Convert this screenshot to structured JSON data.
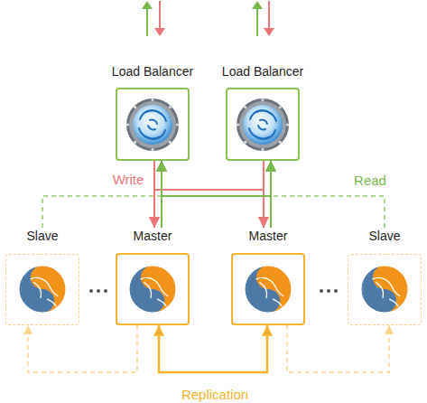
{
  "diagram": {
    "nodes": [
      {
        "text": [
          "Load Balancer"
        ]
      },
      {
        "text": [
          "Load Balancer"
        ]
      },
      {
        "text": [
          "Slave"
        ]
      },
      {
        "text": [
          "Master"
        ]
      },
      {
        "text": [
          "Master"
        ]
      },
      {
        "text": [
          "Slave"
        ]
      }
    ],
    "edges": [
      {
        "from": 0,
        "to": 3,
        "arrow": "to",
        "label": "Write"
      },
      {
        "from": 0,
        "to": 4,
        "arrow": "to"
      },
      {
        "from": 1,
        "to": 4,
        "arrow": "to"
      },
      {
        "from": 1,
        "to": 3,
        "arrow": "to"
      },
      {
        "from": 3,
        "to": 0,
        "arrow": "to"
      },
      {
        "from": 3,
        "to": 1,
        "arrow": "to"
      },
      {
        "from": 4,
        "to": 1,
        "arrow": "to"
      },
      {
        "from": 4,
        "to": 0,
        "arrow": "to"
      },
      {
        "from": 2,
        "to": 0,
        "arrow": "to"
      },
      {
        "from": 2,
        "to": 1,
        "arrow": "to"
      },
      {
        "from": 5,
        "to": 1,
        "arrow": "to",
        "label": "Read"
      },
      {
        "from": 5,
        "to": 0,
        "arrow": "to"
      },
      {
        "from": 3,
        "to": 4,
        "arrow": "both",
        "label": "Replication"
      },
      {
        "from": 3,
        "to": 2,
        "arrow": "to"
      },
      {
        "from": 4,
        "to": 5,
        "arrow": "to"
      }
    ]
  }
}
